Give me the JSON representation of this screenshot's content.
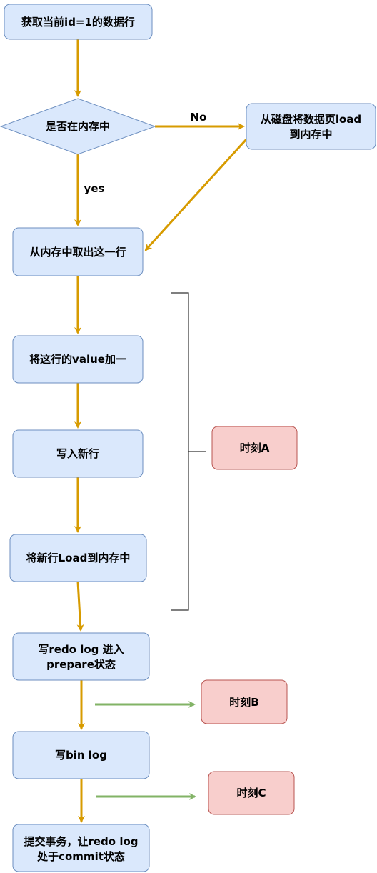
{
  "colors": {
    "step_fill": "#dae8fc",
    "step_stroke": "#6c8ebf",
    "moment_fill": "#f8cecc",
    "moment_stroke": "#b85450",
    "flow_arrow": "#d79b00",
    "moment_arrow": "#82b366",
    "bracket": "#333333"
  },
  "nodes": {
    "fetch_row": {
      "lines": [
        "获取当前id=1的数据行"
      ]
    },
    "in_memory_check": {
      "lines": [
        "是否在内存中"
      ]
    },
    "load_from_disk": {
      "lines": [
        "从磁盘将数据页load",
        "到内存中"
      ]
    },
    "take_row": {
      "lines": [
        "从内存中取出这一行"
      ]
    },
    "add_one": {
      "lines": [
        "将这行的value加一"
      ]
    },
    "write_new_row": {
      "lines": [
        "写入新行"
      ]
    },
    "load_new_row": {
      "lines": [
        "将新行Load到内存中"
      ]
    },
    "redo_prepare": {
      "lines": [
        "写redo log 进入",
        "prepare状态"
      ]
    },
    "write_binlog": {
      "lines": [
        "写bin log"
      ]
    },
    "commit": {
      "lines": [
        "提交事务，让redo log",
        "处于commit状态"
      ]
    },
    "moment_a": {
      "lines": [
        "时刻A"
      ]
    },
    "moment_b": {
      "lines": [
        "时刻B"
      ]
    },
    "moment_c": {
      "lines": [
        "时刻C"
      ]
    }
  },
  "edge_labels": {
    "no": "No",
    "yes": "yes"
  }
}
